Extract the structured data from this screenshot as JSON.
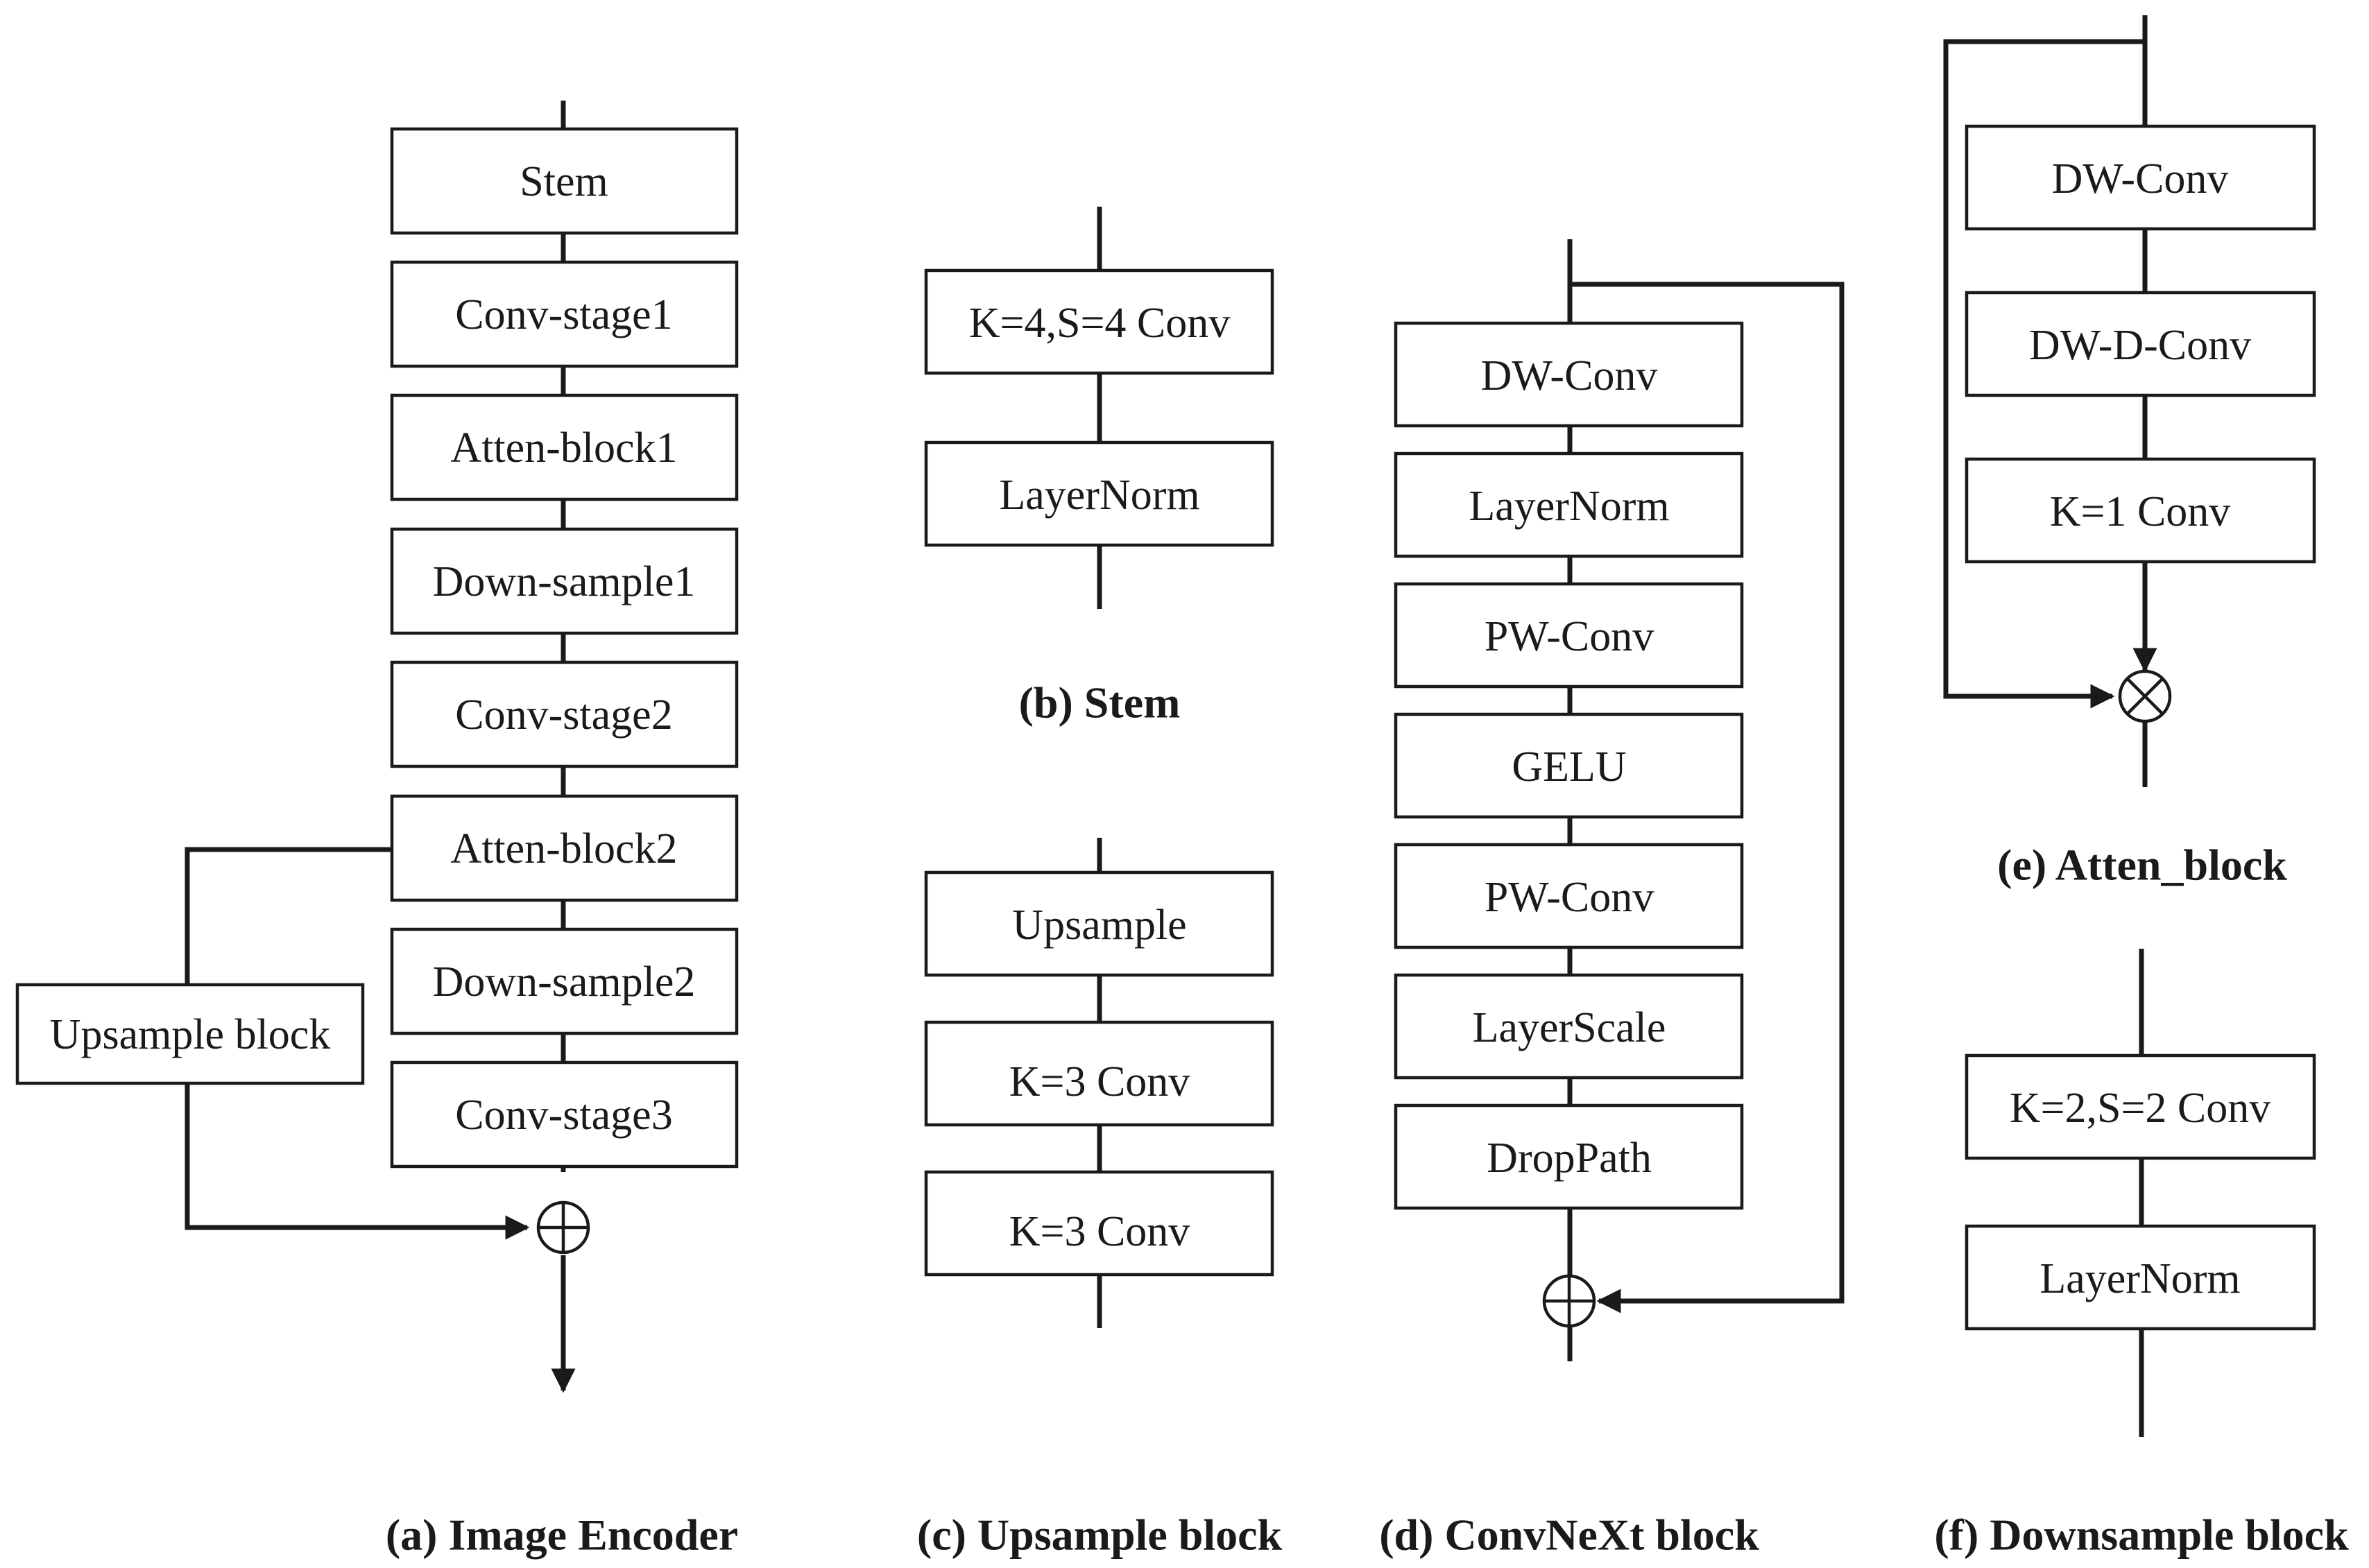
{
  "panel_a": {
    "blocks": [
      "Stem",
      "Conv-stage1",
      "Atten-block1",
      "Down-sample1",
      "Conv-stage2",
      "Atten-block2",
      "Down-sample2",
      "Conv-stage3"
    ],
    "side_block": "Upsample block",
    "caption": "(a) Image Encoder"
  },
  "panel_b": {
    "blocks": [
      "K=4,S=4 Conv",
      "LayerNorm"
    ],
    "caption": "(b) Stem"
  },
  "panel_c": {
    "blocks": [
      "Upsample",
      "K=3 Conv",
      "K=3 Conv"
    ],
    "caption": "(c) Upsample block"
  },
  "panel_d": {
    "blocks": [
      "DW-Conv",
      "LayerNorm",
      "PW-Conv",
      "GELU",
      "PW-Conv",
      "LayerScale",
      "DropPath"
    ],
    "caption": "(d) ConvNeXt block"
  },
  "panel_e": {
    "blocks": [
      "DW-Conv",
      "DW-D-Conv",
      "K=1 Conv"
    ],
    "caption": "(e) Atten_block"
  },
  "panel_f": {
    "blocks": [
      "K=2,S=2 Conv",
      "LayerNorm"
    ],
    "caption": "(f) Downsample block"
  },
  "operators": {
    "add": "addition",
    "multiply": "element-wise multiplication"
  }
}
